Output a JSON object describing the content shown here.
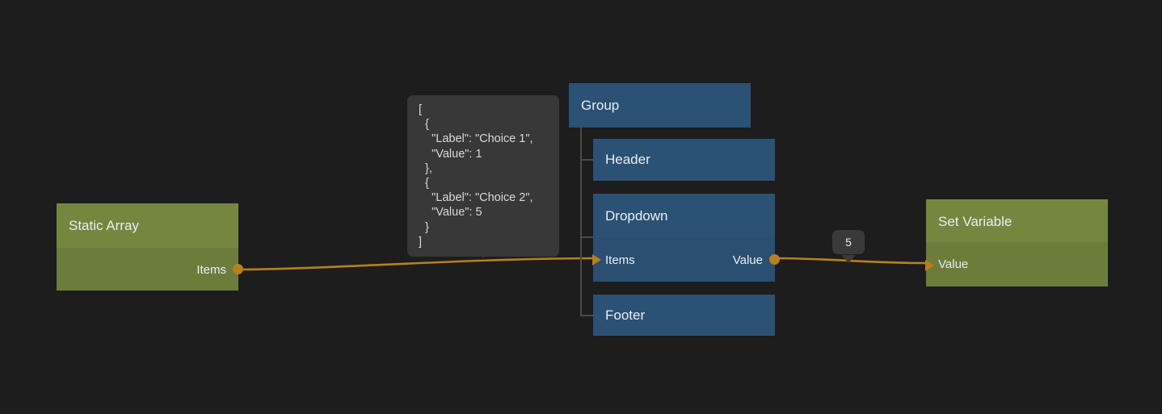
{
  "canvas": {
    "background": "#1d1d1d",
    "wire_color": "#b8801a"
  },
  "nodes": [
    {
      "id": "static-array",
      "title": "Static Array",
      "kind": "green",
      "outputs": [
        {
          "label": "Items"
        }
      ],
      "inputs": []
    },
    {
      "id": "group",
      "title": "Group",
      "kind": "blue",
      "outputs": [],
      "inputs": []
    },
    {
      "id": "header",
      "title": "Header",
      "kind": "blue",
      "outputs": [],
      "inputs": []
    },
    {
      "id": "dropdown",
      "title": "Dropdown",
      "kind": "blue",
      "inputs": [
        {
          "label": "Items"
        }
      ],
      "outputs": [
        {
          "label": "Value"
        }
      ]
    },
    {
      "id": "footer",
      "title": "Footer",
      "kind": "blue",
      "outputs": [],
      "inputs": []
    },
    {
      "id": "set-variable",
      "title": "Set Variable",
      "kind": "green",
      "inputs": [
        {
          "label": "Value"
        }
      ],
      "outputs": []
    }
  ],
  "tooltips": {
    "items_json": "[\n  {\n    \"Label\": \"Choice 1\",\n    \"Value\": 1\n  },\n  {\n    \"Label\": \"Choice 2\",\n    \"Value\": 5\n  }\n]",
    "dropdown_value": "5"
  },
  "colors": {
    "green_header": "#75873f",
    "green_body": "#6c7d3b",
    "blue_header": "#2b5175",
    "blue_body": "#2a4f71",
    "port": "#b8801a",
    "tooltip_bg": "#383838"
  }
}
